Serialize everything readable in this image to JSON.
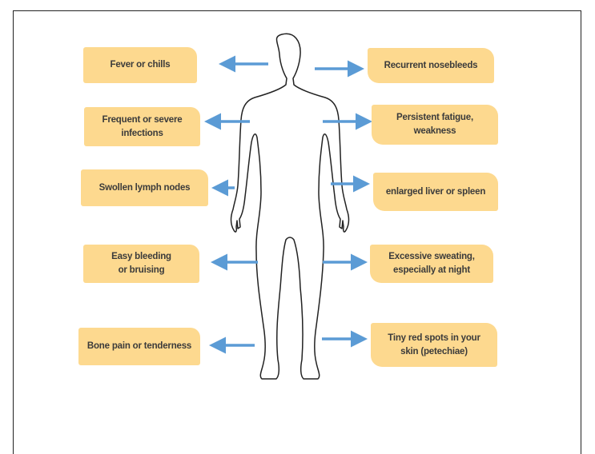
{
  "symptoms": {
    "left": [
      {
        "label": "Fever or chills"
      },
      {
        "label": "Frequent or severe infections"
      },
      {
        "label": "Swollen lymph nodes"
      },
      {
        "label": "Easy bleeding or bruising"
      },
      {
        "label": "Bone pain or tenderness"
      }
    ],
    "right": [
      {
        "label": "Recurrent nosebleeds"
      },
      {
        "label": "Persistent fatigue, weakness"
      },
      {
        "label": "enlarged liver or spleen"
      },
      {
        "label": "Excessive sweating, especially at night"
      },
      {
        "label": "Tiny red spots in your skin (petechiae)"
      }
    ]
  },
  "colors": {
    "box_fill": "#fdd98f",
    "arrow": "#5b9bd5",
    "body_outline": "#222222",
    "text": "#3b3b3b"
  },
  "icons": {
    "figure": "human-body-outline-icon",
    "arrow": "arrow-icon"
  }
}
